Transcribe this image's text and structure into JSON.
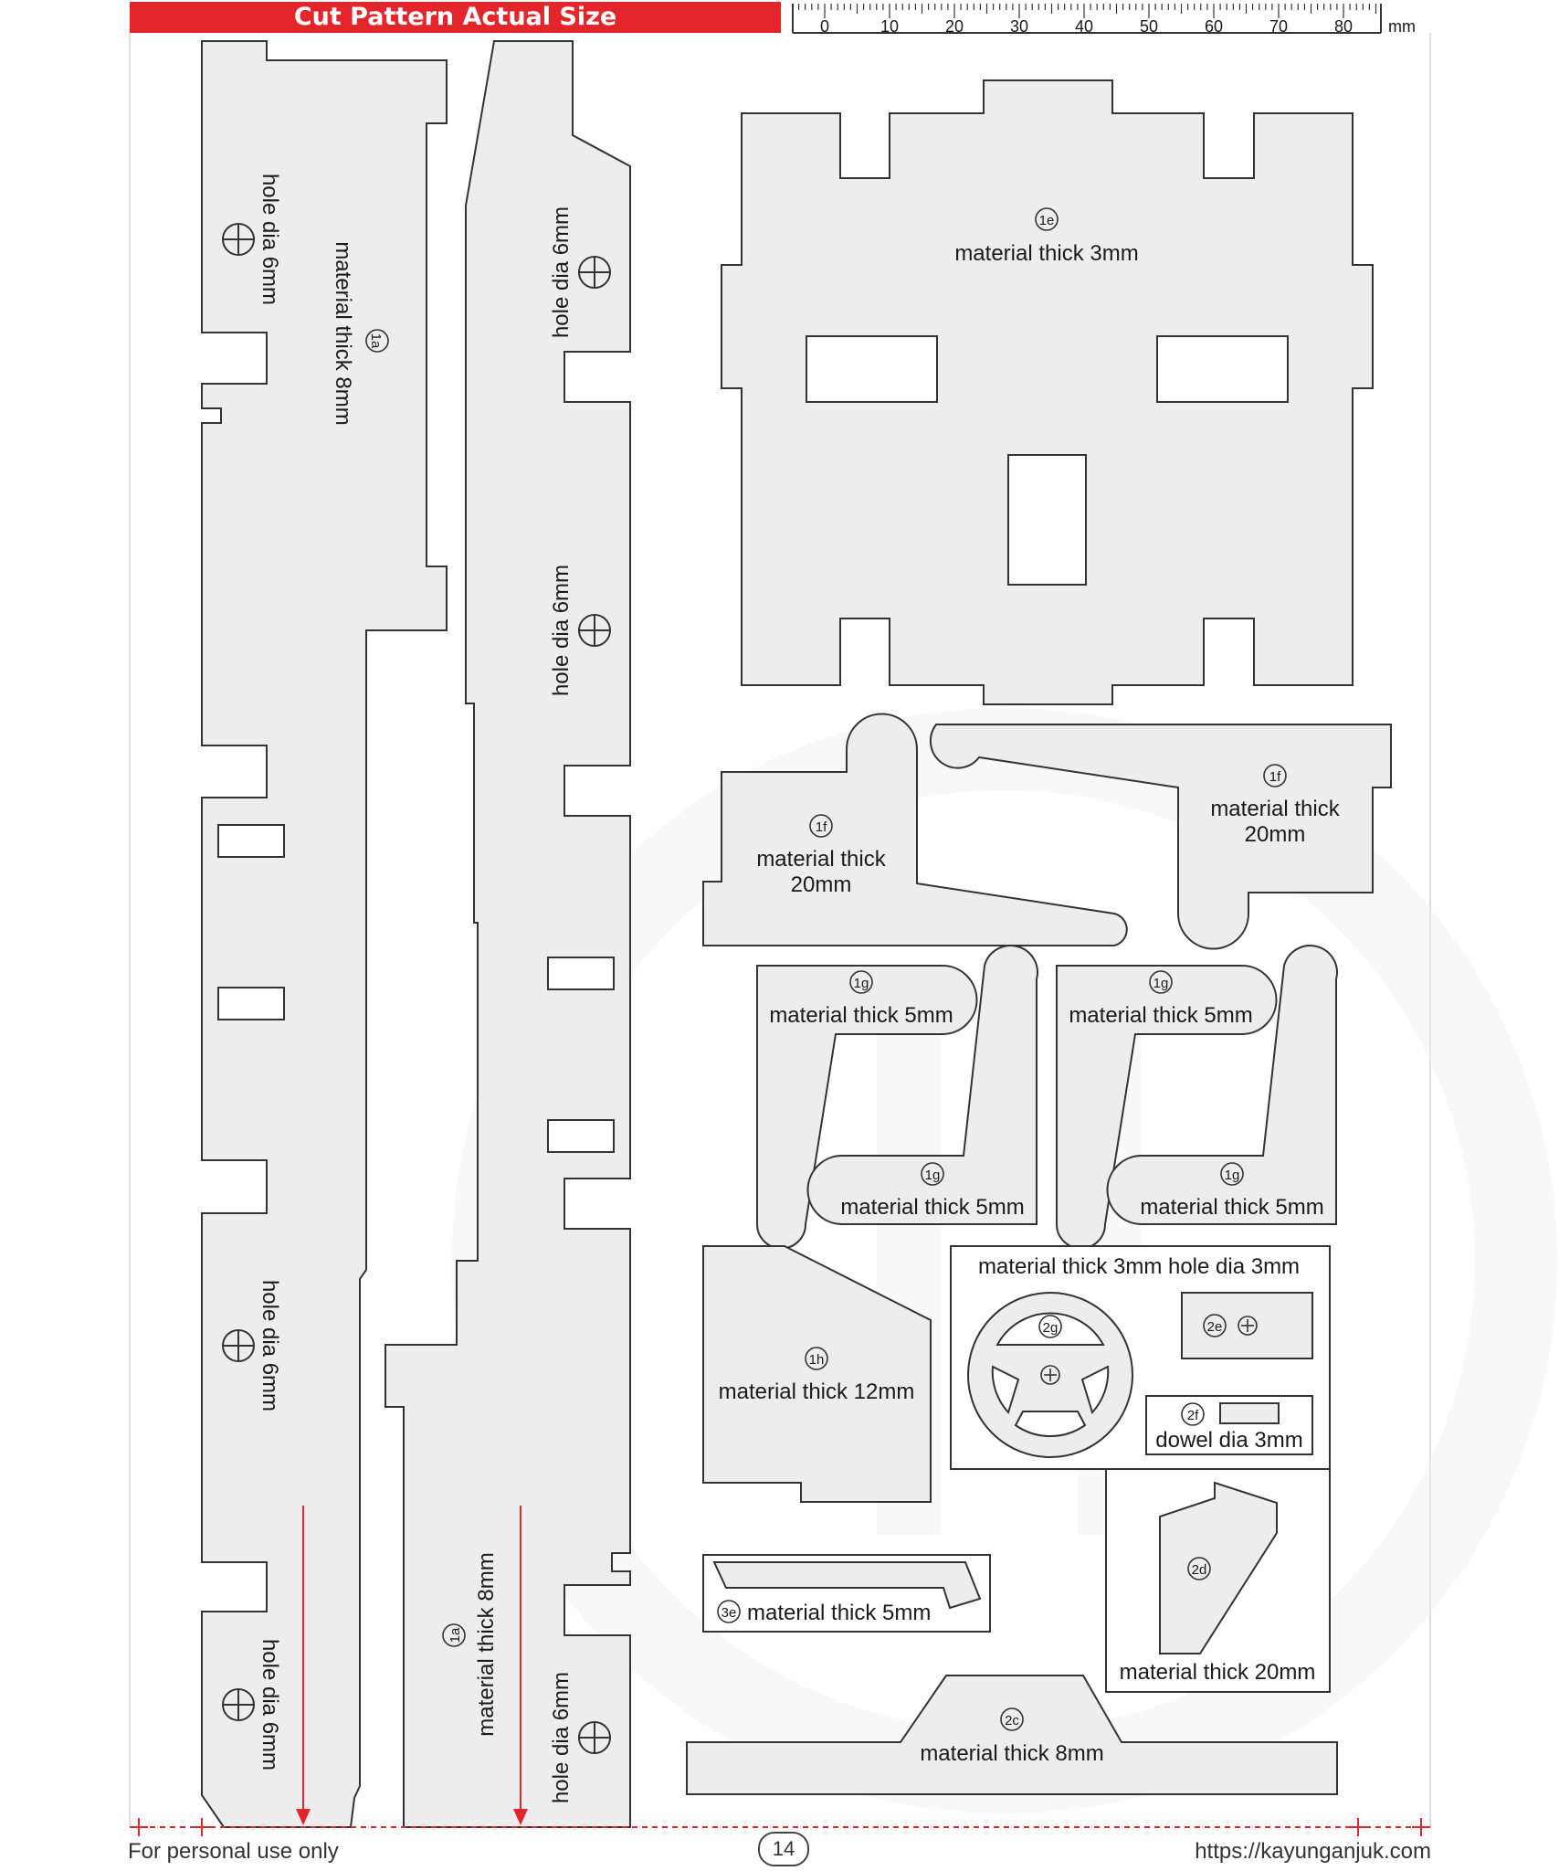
{
  "header": {
    "title": "Cut Pattern Actual Size",
    "ruler_unit": "mm",
    "ruler_labels": [
      "0",
      "10",
      "20",
      "30",
      "40",
      "50",
      "60",
      "70",
      "80"
    ]
  },
  "parts": {
    "p1a_left": {
      "id": "1a",
      "thickness": "material thick 8mm",
      "hole1": "hole dia 6mm",
      "hole2": "hole dia 6mm",
      "hole3": "hole dia 6mm"
    },
    "p1a_right": {
      "id": "1a",
      "thickness": "material thick 8mm",
      "hole1": "hole dia 6mm",
      "hole2": "hole dia 6mm",
      "hole3": "hole dia 6mm"
    },
    "p1e": {
      "id": "1e",
      "thickness": "material thick 3mm"
    },
    "p1f_left": {
      "id": "1f",
      "line1": "material thick",
      "line2": "20mm"
    },
    "p1f_right": {
      "id": "1f",
      "line1": "material thick",
      "line2": "20mm"
    },
    "p1g": {
      "id": "1g",
      "thickness": "material thick 5mm"
    },
    "p1h": {
      "id": "1h",
      "thickness": "material thick 12mm"
    },
    "group2": {
      "title": "material thick 3mm hole dia 3mm",
      "id_wheel": "2g",
      "id_block": "2e",
      "id_dowel": "2f",
      "dowel": "dowel dia 3mm"
    },
    "p2d": {
      "id": "2d",
      "thickness": "material thick 20mm"
    },
    "p3e": {
      "id": "3e",
      "thickness": "material thick 5mm"
    },
    "p2c": {
      "id": "2c",
      "thickness": "material thick 8mm"
    }
  },
  "footer": {
    "left": "For personal use only",
    "page": "14",
    "right": "https://kayunganjuk.com"
  },
  "colors": {
    "accent": "#e3262b",
    "part_fill": "#ededed",
    "stroke": "#333333"
  }
}
